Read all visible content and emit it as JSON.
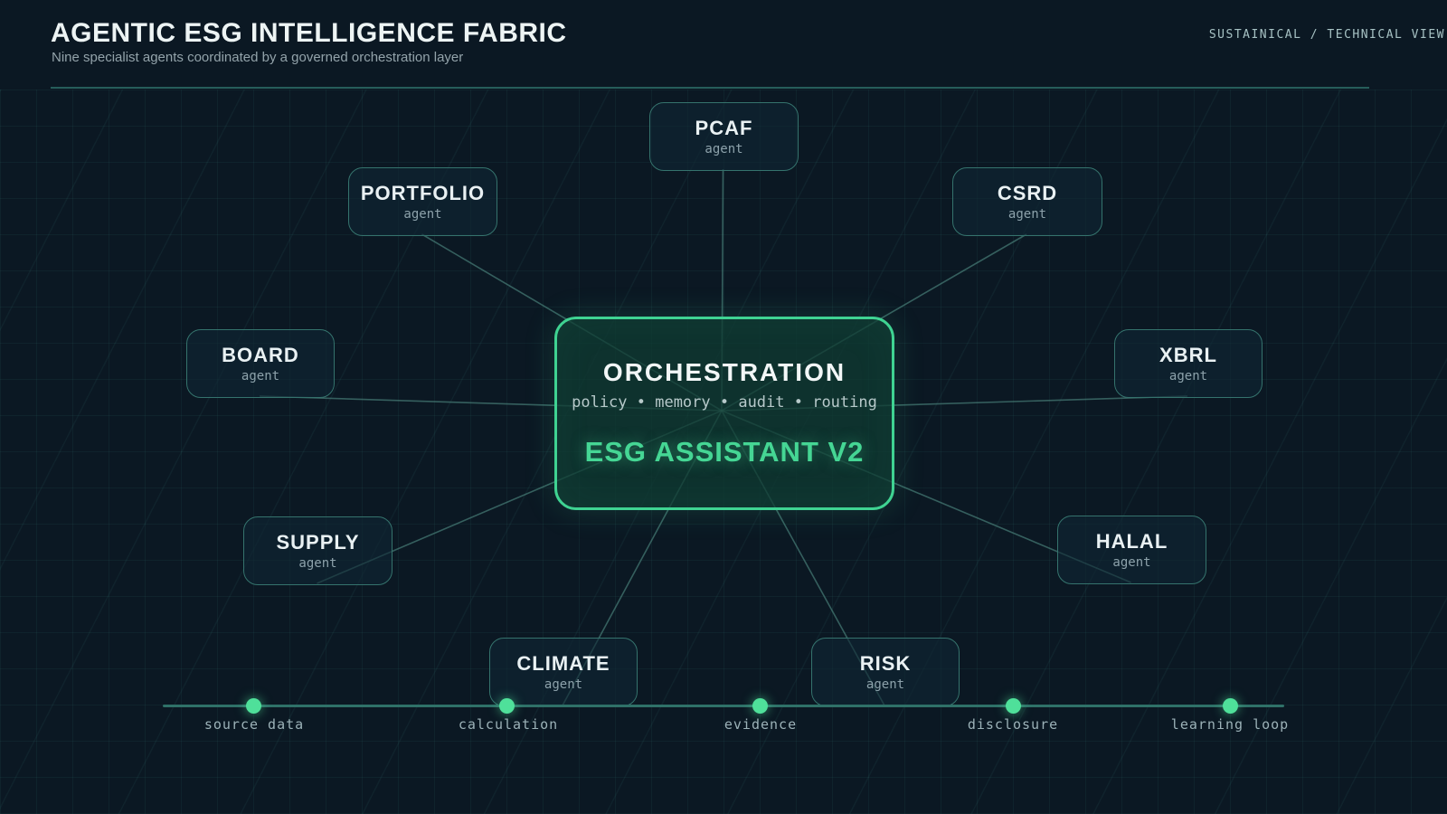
{
  "header": {
    "title": "AGENTIC ESG INTELLIGENCE FABRIC",
    "subtitle": "Nine specialist agents coordinated by a governed orchestration layer",
    "corner_label": "SUSTAINICAL / TECHNICAL VIEW"
  },
  "orchestrator": {
    "title": "ORCHESTRATION",
    "functions": "policy • memory • audit • routing",
    "name": "ESG ASSISTANT V2"
  },
  "agents": [
    {
      "label": "PCAF",
      "sublabel": "agent"
    },
    {
      "label": "PORTFOLIO",
      "sublabel": "agent"
    },
    {
      "label": "CSRD",
      "sublabel": "agent"
    },
    {
      "label": "BOARD",
      "sublabel": "agent"
    },
    {
      "label": "XBRL",
      "sublabel": "agent"
    },
    {
      "label": "SUPPLY",
      "sublabel": "agent"
    },
    {
      "label": "HALAL",
      "sublabel": "agent"
    },
    {
      "label": "CLIMATE",
      "sublabel": "agent"
    },
    {
      "label": "RISK",
      "sublabel": "agent"
    }
  ],
  "timeline": {
    "stages": [
      "source data",
      "calculation",
      "evidence",
      "disclosure",
      "learning loop"
    ]
  },
  "colors": {
    "background": "#0b1823",
    "accent_green": "#45d694",
    "box_border_teal": "#35736d",
    "connector_teal": "#518f85",
    "dot_green": "#4fe09a"
  }
}
